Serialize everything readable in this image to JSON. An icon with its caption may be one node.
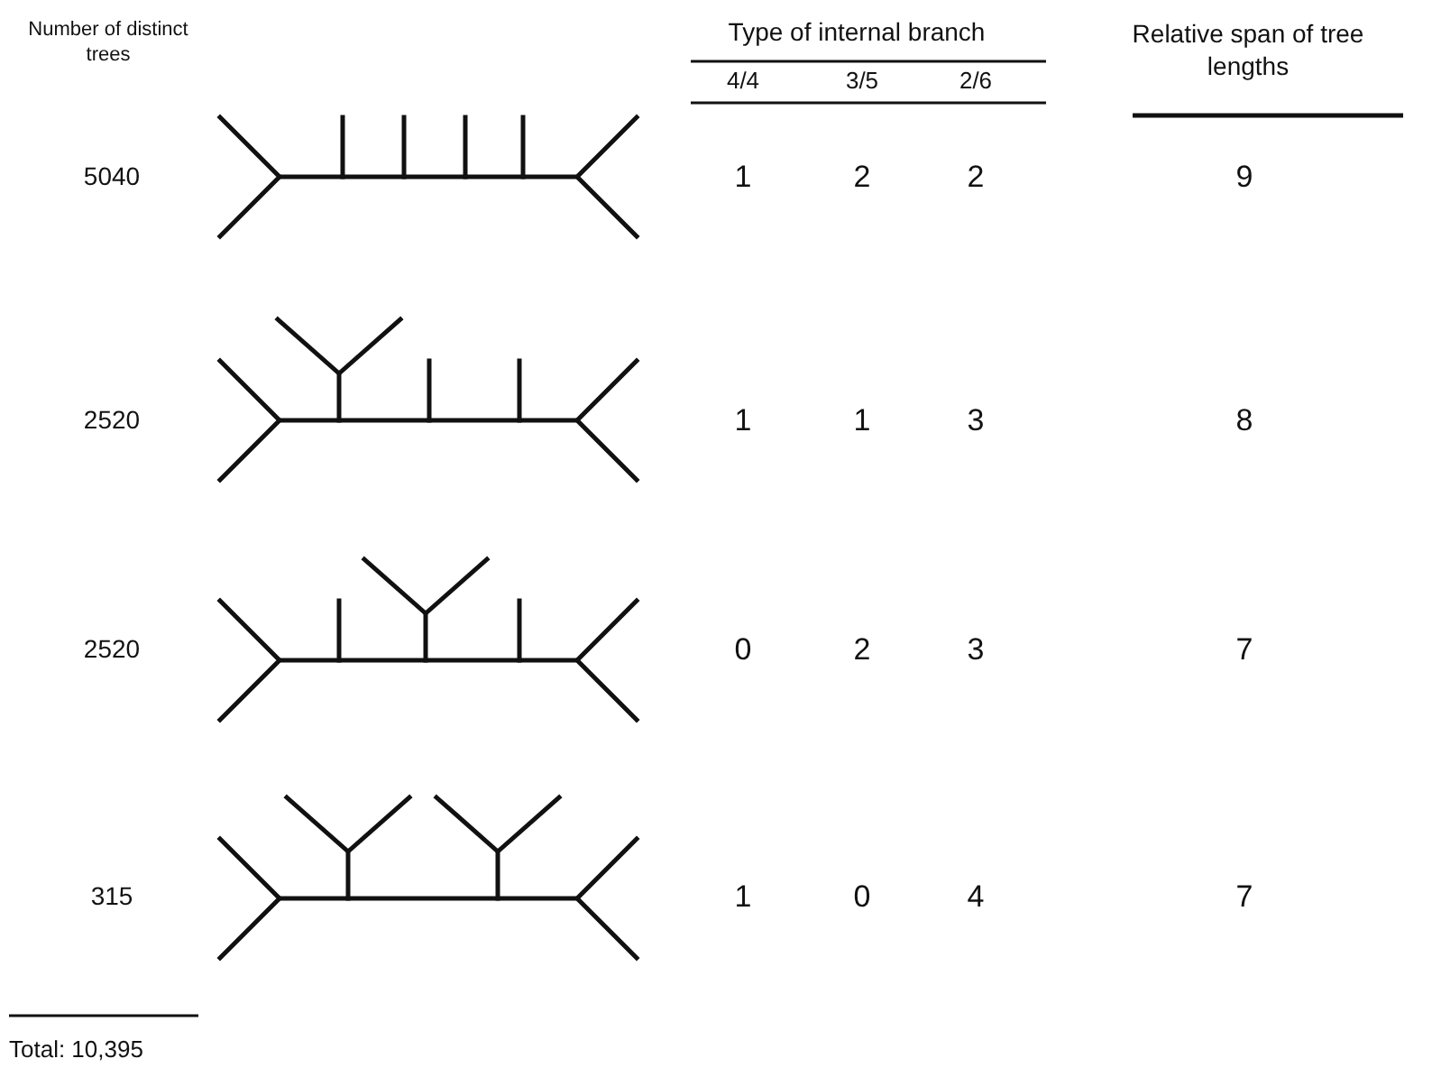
{
  "diagram": {
    "labels": [
      "Number of distinct trees",
      "Type of internal branch",
      "Relative span of tree lengths",
      "4/4",
      "3/5",
      "2/6",
      "5040",
      "1",
      "2",
      "2",
      "9",
      "2520",
      "1",
      "1",
      "3",
      "8",
      "2520",
      "0",
      "2",
      "3",
      "7",
      "315",
      "1",
      "0",
      "4",
      "7",
      "Total: 10,395"
    ]
  }
}
